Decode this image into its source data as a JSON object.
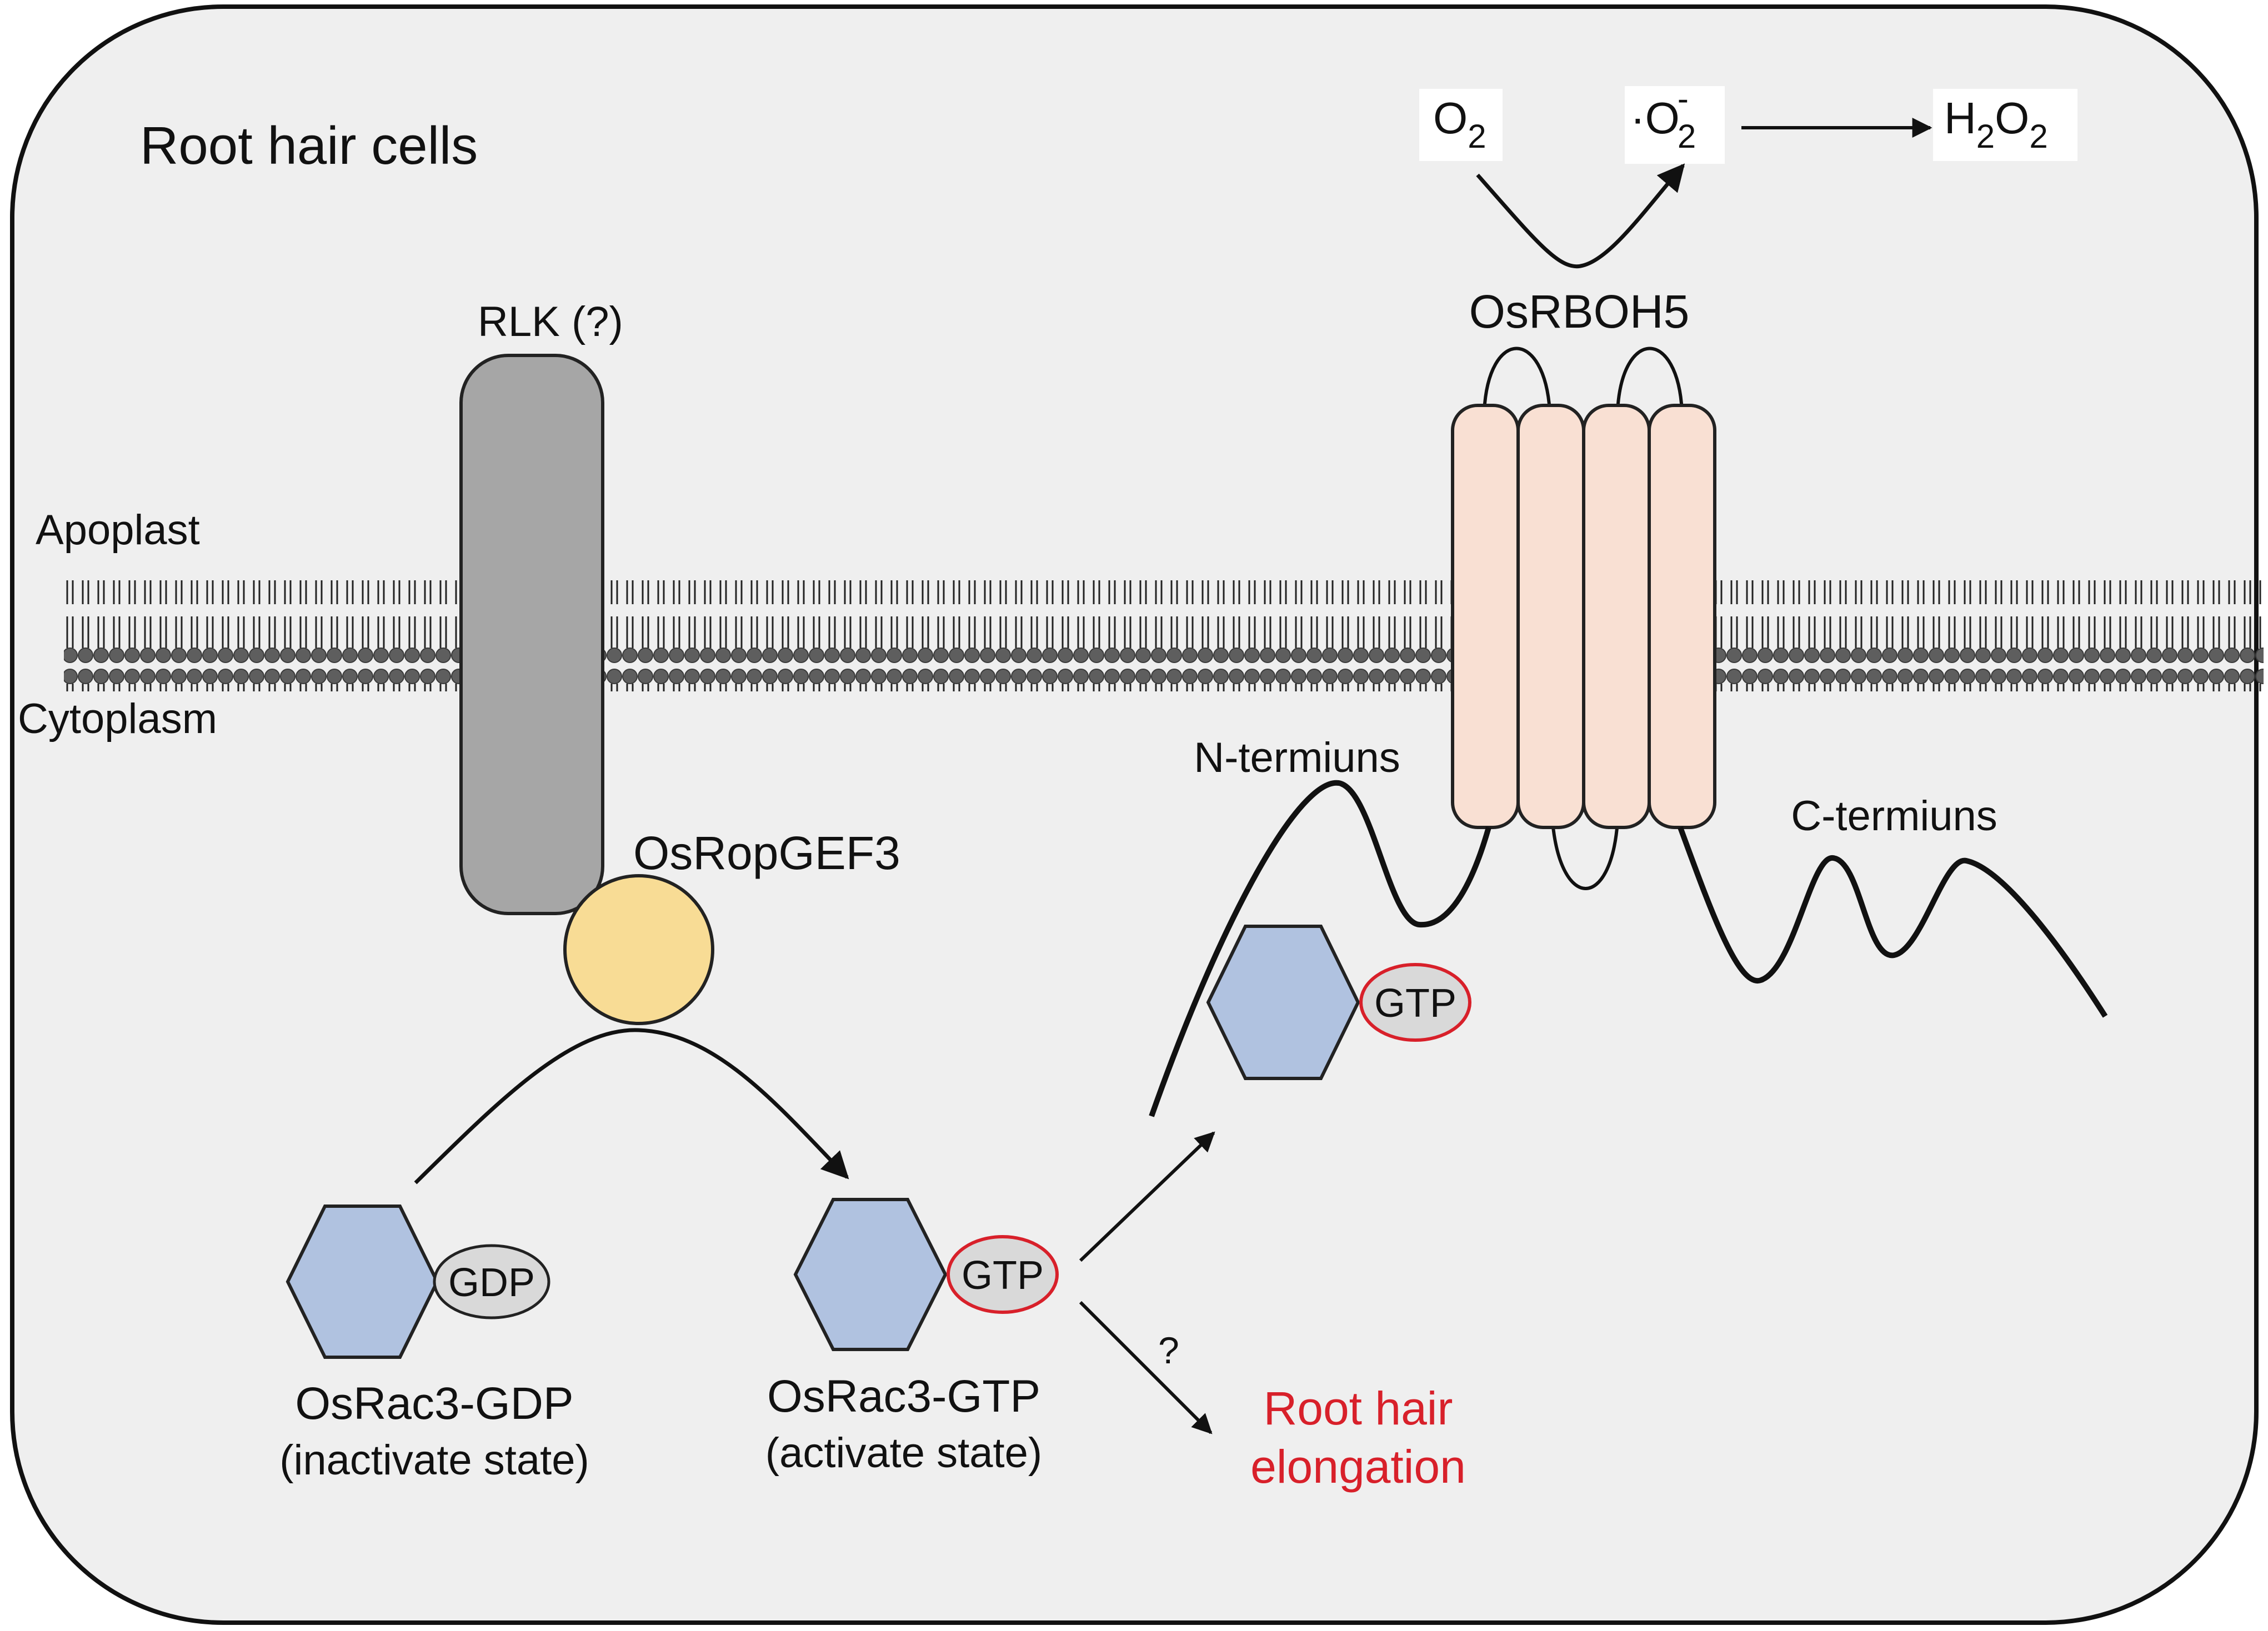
{
  "title": "Root hair cells",
  "labels": {
    "apoplast": "Apoplast",
    "cytoplasm": "Cytoplasm",
    "rlk": "RLK (?)",
    "gef": "OsRopGEF3",
    "rboh": "OsRBOH5",
    "n_terminus": "N-termiuns",
    "c_terminus": "C-termiuns",
    "question": "?"
  },
  "ros": {
    "o2_main": "O",
    "o2_sub": "2",
    "superoxide_dot": "·",
    "superoxide_main": "O",
    "superoxide_sup": "-",
    "superoxide_sub": "2",
    "h2o2_h": "H",
    "h2o2_sub1": "2",
    "h2o2_o": "O",
    "h2o2_sub2": "2"
  },
  "rac_gdp": {
    "nucleotide": "GDP",
    "name": "OsRac3-GDP",
    "state": "(inactivate state)"
  },
  "rac_gtp": {
    "nucleotide": "GTP",
    "name": "OsRac3-GTP",
    "state": "(activate state)"
  },
  "rac_bound": {
    "nucleotide": "GTP"
  },
  "outcome": {
    "line1": "Root hair",
    "line2": "elongation"
  },
  "colors": {
    "cell_fill": "#efefef",
    "receptor": "#a6a6a6",
    "gef": "#f8dc95",
    "rac_hexagon": "#b0c2e0",
    "nucleotide": "#d9d9d9",
    "gtp_outline": "#d8202a",
    "rboh": "#f9e0d3",
    "lipid_head": "#5e5e5e",
    "outcome_text": "#d8202a"
  }
}
